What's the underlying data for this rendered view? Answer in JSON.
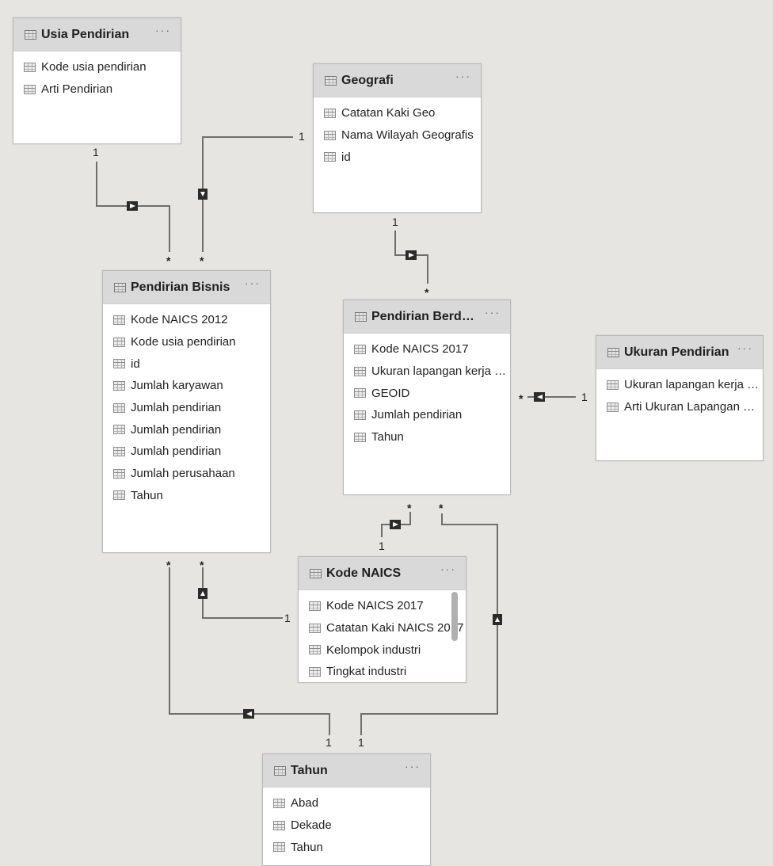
{
  "tables": {
    "usia": {
      "title": "Usia Pendirian",
      "fields": [
        "Kode usia pendirian",
        "Arti Pendirian"
      ]
    },
    "geografi": {
      "title": "Geografi",
      "fields": [
        "Catatan Kaki Geo",
        "Nama Wilayah Geografis",
        "id"
      ]
    },
    "bisnis": {
      "title": "Pendirian Bisnis",
      "fields": [
        "Kode NAICS 2012",
        "Kode usia pendirian",
        "id",
        "Jumlah karyawan",
        "Jumlah pendirian",
        "Jumlah pendirian",
        "Jumlah pendirian",
        "Jumlah perusahaan",
        "Tahun"
      ]
    },
    "berdasar": {
      "title": "Pendirian Berdasa...",
      "fields": [
        "Kode NAICS 2017",
        "Ukuran lapangan kerja pendi...",
        "GEOID",
        "Jumlah pendirian",
        "Tahun"
      ]
    },
    "ukuran": {
      "title": "Ukuran Pendirian",
      "fields": [
        "Ukuran lapangan kerja pendi...",
        "Arti Ukuran Lapangan Kerj..."
      ]
    },
    "naics": {
      "title": "Kode NAICS",
      "fields": [
        "Kode NAICS 2017",
        "Catatan Kaki NAICS 2017",
        "Kelompok industri",
        "Tingkat industri"
      ]
    },
    "tahun": {
      "title": "Tahun",
      "fields": [
        "Abad",
        "Dekade",
        "Tahun"
      ]
    }
  },
  "menu_glyph": "···",
  "cardinality": {
    "one": "1",
    "many": "*"
  },
  "icons": {
    "table": "table-icon",
    "more": "more-options-icon",
    "filter": "filter-direction-icon"
  },
  "colors": {
    "canvas": "#e7e5e1",
    "header": "#d9d9d9",
    "line": "#6e6e6e",
    "marker": "#2b2b2b"
  }
}
